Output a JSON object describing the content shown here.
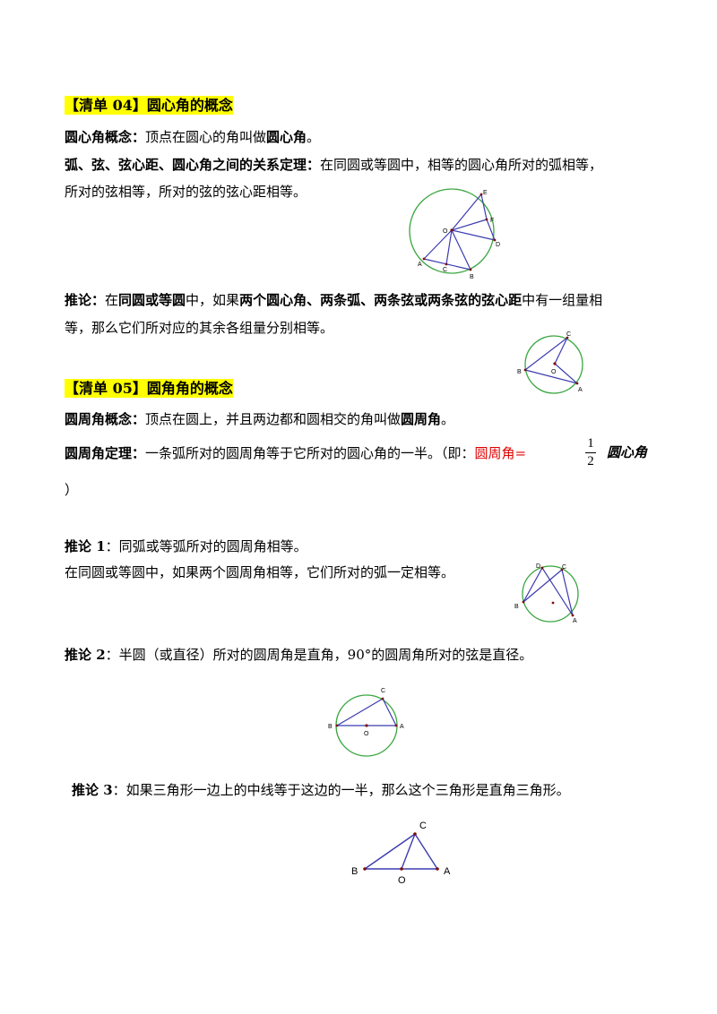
{
  "section04": {
    "heading": "【清单 04】圆心角的概念",
    "def_label": "圆心角概念：",
    "def_text1": "顶点在圆心的角叫做",
    "def_bold": "圆心角",
    "def_end": "。",
    "theorem_label": "弧、弦、弦心距、圆心角之间的关系定理：",
    "theorem_text1": "在同圆或等圆中，相等的圆心角所对的弧相等，",
    "theorem_text2": "所对的弦相等，所对的弦的弦心距相等。",
    "corollary_label": "推论：",
    "corollary_text1a": "在",
    "corollary_bold1": "同圆或等圆",
    "corollary_text1b": "中，如果",
    "corollary_bold2": "两个圆心角、两条弧、两条弦或两条弦的弦心距",
    "corollary_text1c": "中有一组量相",
    "corollary_text2": "等，那么它们所对应的其余各组量分别相等。"
  },
  "section05": {
    "heading": "【清单 05】圆角角的概念",
    "def_label": "圆周角概念：",
    "def_text1": "顶点在圆上，并且两边都和圆相交的角叫做",
    "def_bold": "圆周角",
    "def_end": "。",
    "theorem_label": "圆周角定理：",
    "theorem_text": "一条弧所对的圆周角等于它所对的圆心角的一半。（即：",
    "theorem_red": "圆周角=",
    "frac_num": "1",
    "frac_den": "2",
    "theorem_tail": "圆心角",
    "theorem_close": "）",
    "c1_label": "推论 1",
    "c1_text": "：同弧或等弧所对的圆周角相等。",
    "c1_text2": "在同圆或等圆中，如果两个圆周角相等，它们所对的弧一定相等。",
    "c2_label": "推论 2",
    "c2_text": "：半圆（或直径）所对的圆周角是直角，90°的圆周角所对的弦是直径。",
    "c3_label": "推论 3",
    "c3_text": "：如果三角形一边上的中线等于这边的一半，那么这个三角形是直角三角形。"
  },
  "figures": {
    "fig1_labels": [
      "E",
      "F",
      "O",
      "D",
      "A",
      "C",
      "B"
    ],
    "fig2_labels": [
      "C",
      "B",
      "O",
      "A"
    ],
    "fig3_labels": [
      "D",
      "C",
      "B",
      "A"
    ],
    "fig4_labels": [
      "C",
      "B",
      "O",
      "A"
    ],
    "fig5_labels": [
      "C",
      "B",
      "O",
      "A"
    ]
  },
  "colors": {
    "highlight": "#ffff00",
    "circle": "#3aa640",
    "segment": "#3b3bb0",
    "red_text": "#e00000"
  }
}
